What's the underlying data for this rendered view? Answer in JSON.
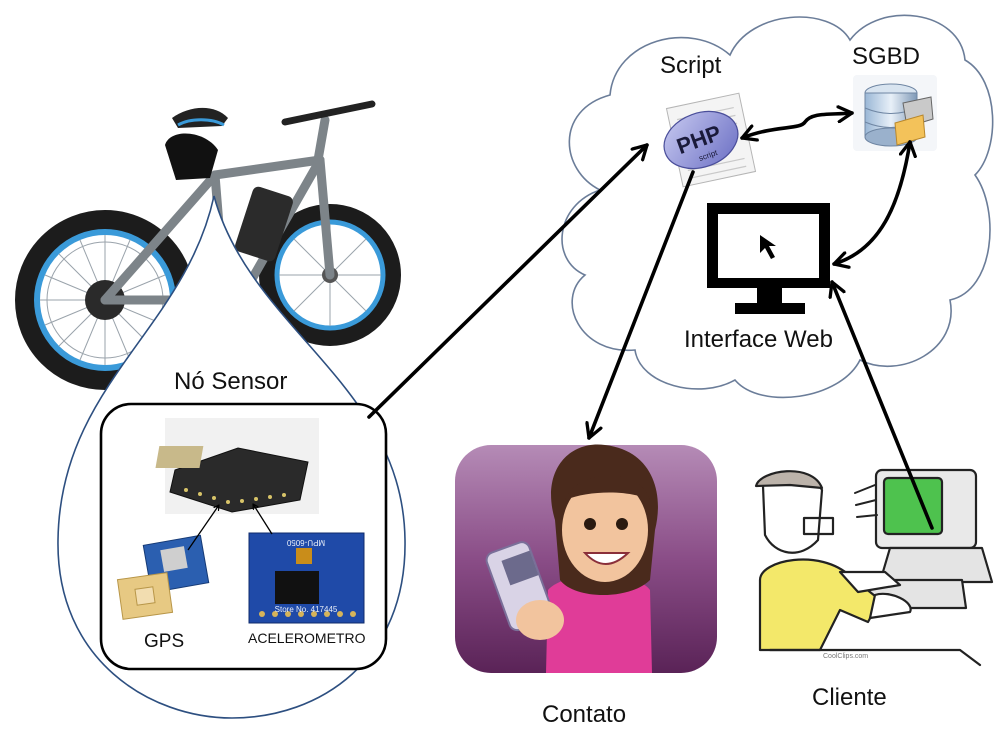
{
  "labels": {
    "script": "Script",
    "sgbd": "SGBD",
    "interface_web": "Interface Web",
    "no_sensor": "Nó Sensor",
    "gps": "GPS",
    "acelerometro": "ACELEROMETRO",
    "contato": "Contato",
    "cliente": "Cliente"
  },
  "php_icon": {
    "title": "PHP",
    "subtitle": "script"
  },
  "accelerometer_chip": {
    "model": "MPU-6050",
    "text": "Store No. 417445"
  },
  "clipart_credit": "CoolClips.com",
  "colors": {
    "cloud_stroke": "#6b7d99",
    "bike_rim": "#3a9ad9",
    "arrow": "#000000",
    "droplet_stroke": "#2d4f80",
    "contact_bg": "#7a3b78",
    "monitor_screen": "#4ec24e"
  }
}
